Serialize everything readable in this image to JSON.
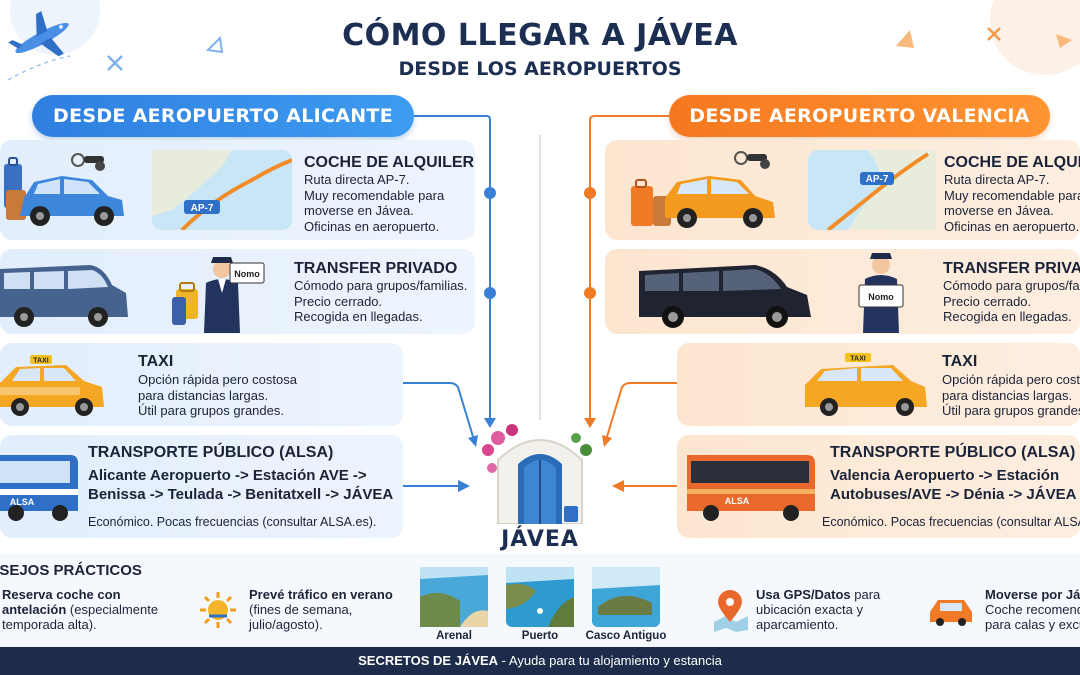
{
  "header": {
    "title": "CÓMO LLEGAR A JÁVEA",
    "subtitle": "DESDE LOS AEROPUERTOS"
  },
  "left": {
    "heading": "DESDE AEROPUERTO ALICANTE",
    "cards": [
      {
        "title": "COCHE DE ALQUILER",
        "lines": [
          "Ruta directa AP-7.",
          "Muy recomendable para",
          "moverse en Jávea.",
          "Oficinas en aeropuerto."
        ],
        "map_label": "AP-7"
      },
      {
        "title": "TRANSFER PRIVADO",
        "lines": [
          "Cómodo para grupos/familias.",
          "Precio cerrado.",
          "Recogida en llegadas."
        ],
        "sign": "Nomo"
      },
      {
        "title": "TAXI",
        "lines": [
          "Opción rápida pero costosa",
          "para distancias largas.",
          "Útil para grupos grandes."
        ],
        "taxi_sign": "TAXI"
      },
      {
        "title": "TRANSPORTE PÚBLICO (ALSA)",
        "route": [
          "Alicante Aeropuerto -> Estación AVE ->",
          "Benissa -> Teulada -> Benitatxell -> JÁVEA"
        ],
        "note": "Económico. Pocas frecuencias (consultar ALSA.es).",
        "bus_label": "ALSA"
      }
    ]
  },
  "right": {
    "heading": "DESDE AEROPUERTO VALENCIA",
    "cards": [
      {
        "title": "COCHE DE ALQUILER",
        "lines": [
          "Ruta directa AP-7.",
          "Muy recomendable para",
          "moverse en Jávea.",
          "Oficinas en aeropuerto."
        ],
        "map_label": "AP-7"
      },
      {
        "title": "TRANSFER PRIVADO",
        "lines": [
          "Cómodo para grupos/familias.",
          "Precio cerrado.",
          "Recogida en llegadas."
        ],
        "sign": "Nomo"
      },
      {
        "title": "TAXI",
        "lines": [
          "Opción rápida pero costosa",
          "para distancias largas.",
          "Útil para grupos grandes."
        ],
        "taxi_sign": "TAXI"
      },
      {
        "title": "TRANSPORTE PÚBLICO (ALSA)",
        "route": [
          "Valencia Aeropuerto -> Estación",
          "Autobuses/AVE -> Dénia -> JÁVEA"
        ],
        "note": "Económico. Pocas frecuencias (consultar ALSA.es).",
        "bus_label": "ALSA"
      }
    ]
  },
  "center": {
    "destination": "JÁVEA"
  },
  "tips": {
    "heading": "CONSEJOS PRÁCTICOS",
    "items": [
      {
        "line1_bold": "Reserva coche con",
        "line2_bold": "antelación",
        "line2_rest": " (especialmente",
        "line3": "temporada alta)."
      },
      {
        "line1_bold": "Prevé tráfico en verano",
        "line2": "(fines de semana,",
        "line3": "julio/agosto)."
      },
      {
        "line1_bold": "Usa GPS/Datos",
        "line1_rest": " para",
        "line2": "ubicación exacta y",
        "line3": "aparcamiento."
      },
      {
        "line1_bold": "Moverse por Jávea:",
        "line2": "Coche recomendado",
        "line3": "para calas y excursiones."
      }
    ],
    "photos": [
      "Arenal",
      "Puerto",
      "Casco Antiguo"
    ]
  },
  "footer": {
    "brand": "SECRETOS DE JÁVEA",
    "tagline": " - Ayuda para tu alojamiento y estancia"
  },
  "colors": {
    "blue": "#2f7fe0",
    "orange": "#f5781f",
    "navy": "#1d2c4a"
  }
}
